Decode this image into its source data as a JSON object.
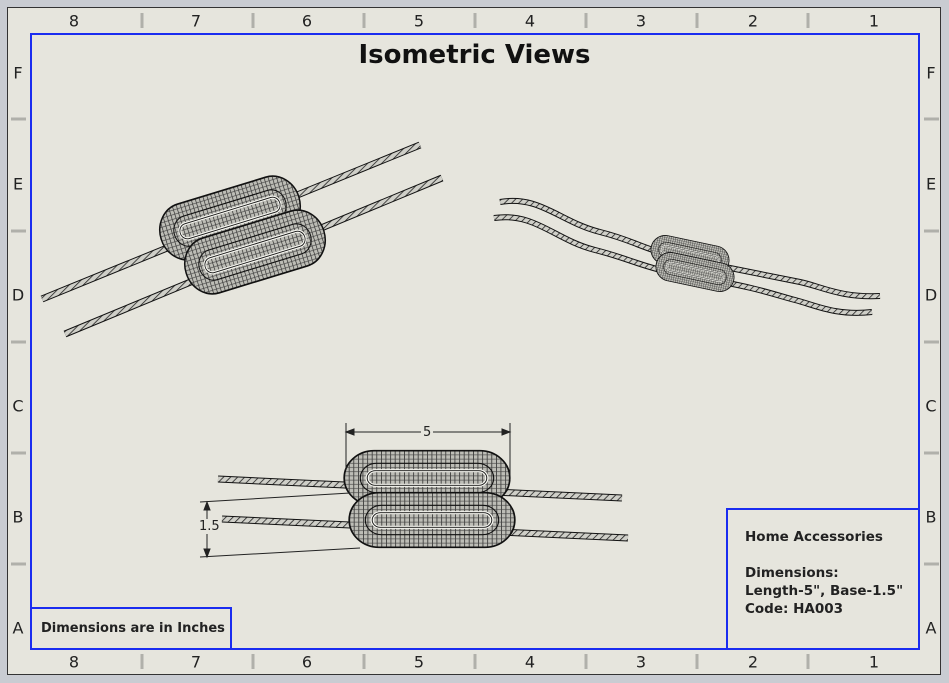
{
  "sheet": {
    "title": "Isometric Views",
    "columns": [
      "8",
      "7",
      "6",
      "5",
      "4",
      "3",
      "2",
      "1"
    ],
    "rows": [
      "F",
      "E",
      "D",
      "C",
      "B",
      "A"
    ],
    "units_note": "Dimensions are in Inches"
  },
  "title_block": {
    "product": "Home Accessories",
    "dimensions_label": "Dimensions:",
    "dimensions_value": "Length-5\", Base-1.5\"",
    "code": "Code: HA003"
  },
  "dimensions": {
    "length": "5",
    "base": "1.5"
  },
  "colors": {
    "frame": "#1a2cf0",
    "paper": "#e6e5dd"
  }
}
